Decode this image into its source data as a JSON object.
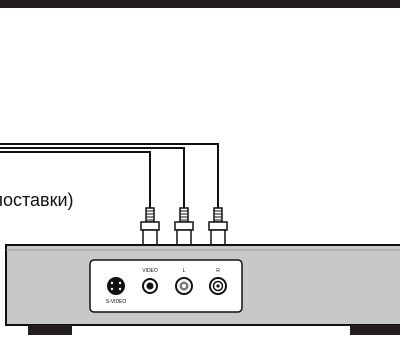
{
  "diagram": {
    "caption": "т поставки)",
    "jacks": {
      "svideo_label": "S-VIDEO",
      "video_label": "VIDEO",
      "left_label": "L",
      "right_label": "R"
    },
    "colors": {
      "top_bar": "#231f20",
      "device_body": "#c8c8c8",
      "panel": "#ffffff",
      "cable": "#111111"
    },
    "icons": {
      "svideo_jack": "s-video-jack-icon",
      "video_jack": "rca-jack-icon",
      "audio_left_jack": "rca-jack-icon",
      "audio_right_jack": "rca-jack-icon"
    }
  }
}
